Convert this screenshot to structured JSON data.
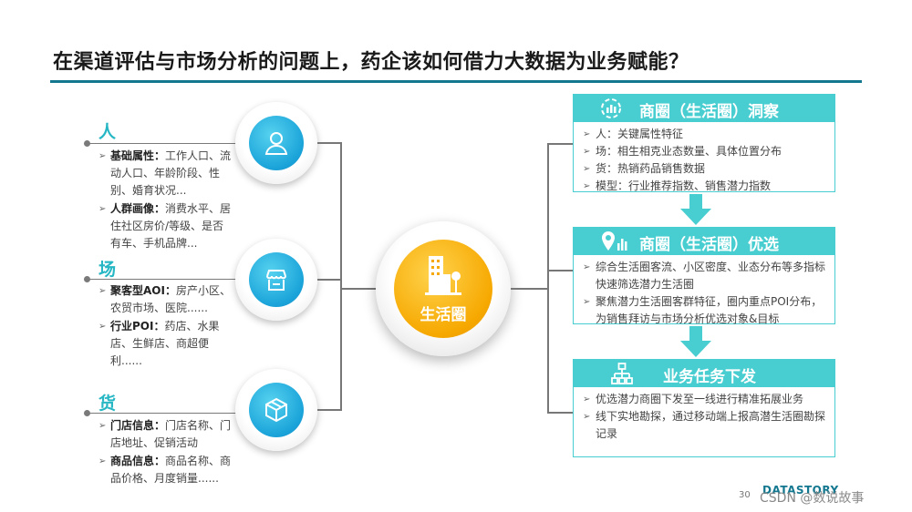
{
  "title": "在渠道评估与市场分析的问题上，药企该如何借力大数据为业务赋能？",
  "left": [
    {
      "head": "人",
      "items": [
        {
          "label": "基础属性：",
          "text": "工作人口、流动人口、年龄阶段、性别、婚育状况..."
        },
        {
          "label": "人群画像：",
          "text": "消费水平、居住社区房价/等级、是否有车、手机品牌..."
        }
      ]
    },
    {
      "head": "场",
      "items": [
        {
          "label": "聚客型AOI：",
          "text": "房产小区、农贸市场、医院......"
        },
        {
          "label": "行业POI：",
          "text": "药店、水果店、生鲜店、商超便利......"
        }
      ]
    },
    {
      "head": "货",
      "items": [
        {
          "label": "门店信息：",
          "text": "门店名称、门店地址、促销活动"
        },
        {
          "label": "商品信息：",
          "text": "商品名称、商品价格、月度销量......"
        }
      ]
    }
  ],
  "icons": [
    "person-icon",
    "store-icon",
    "box-icon"
  ],
  "center": {
    "label": "生活圈"
  },
  "panels": [
    {
      "title": "商圈（生活圈）洞察",
      "items": [
        "人：关键属性特征",
        "场：相生相克业态数量、具体位置分布",
        "货：热销药品销售数据",
        "模型：行业推荐指数、销售潜力指数"
      ]
    },
    {
      "title": "商圈（生活圈）优选",
      "items": [
        "综合生活圈客流、小区密度、业态分布等多指标快速筛选潜力生活圈",
        "聚焦潜力生活圈客群特征，圈内重点POI分布，为销售拜访与市场分析优选对象&目标"
      ]
    },
    {
      "title": "业务任务下发",
      "items": [
        "优选潜力商圈下发至一线进行精准拓展业务",
        "线下实地勘探，通过移动端上报高潜生活圈勘探记录"
      ]
    }
  ],
  "footer": {
    "page": "30",
    "logo": "DATASTORY",
    "watermark": "CSDN @数说故事"
  },
  "colors": {
    "accent": "#48cdd0",
    "title_rule": "#13788f",
    "blue": "#1aa3d9",
    "gold": "#f6a800"
  }
}
